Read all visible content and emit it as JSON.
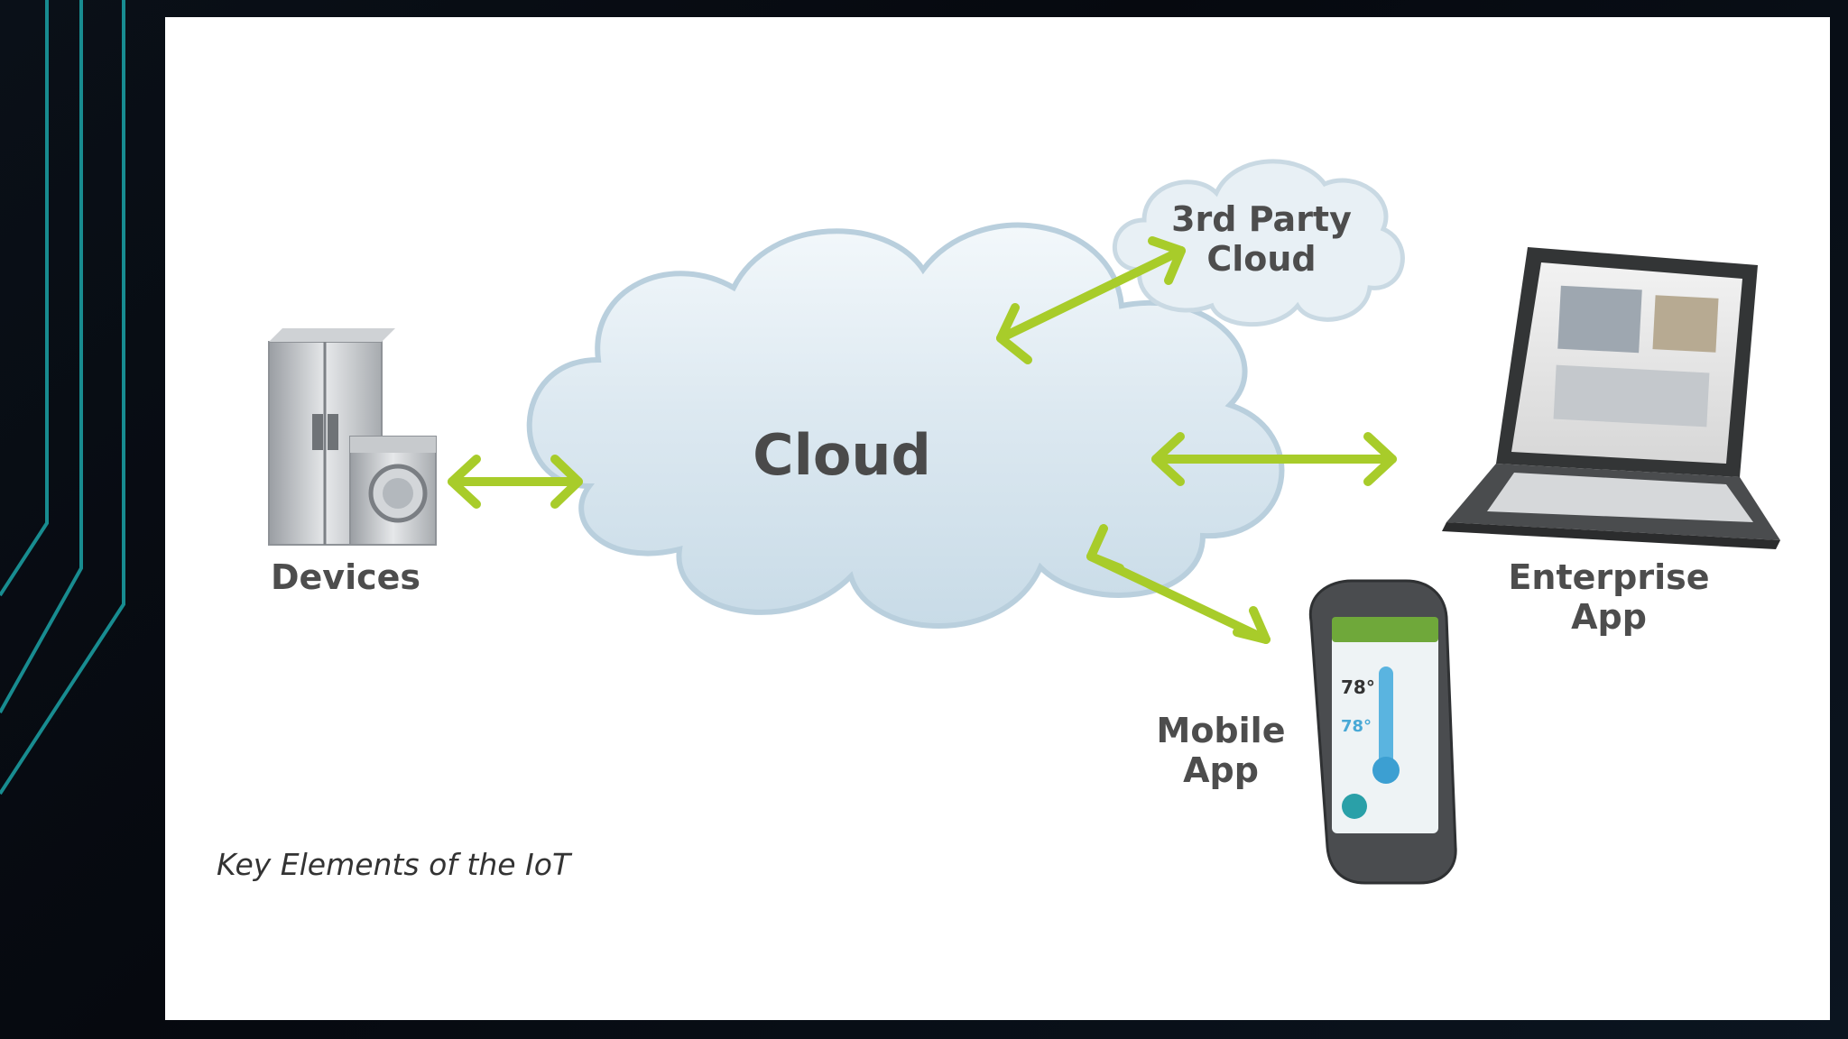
{
  "diagram": {
    "main_cloud": "Cloud",
    "third_party_cloud_line1": "3rd Party",
    "third_party_cloud_line2": "Cloud",
    "devices": "Devices",
    "enterprise_line1": "Enterprise",
    "enterprise_line2": "App",
    "mobile_line1": "Mobile",
    "mobile_line2": "App",
    "caption": "Key Elements of the IoT",
    "phone_temp_1": "78°",
    "phone_temp_2": "78°"
  },
  "colors": {
    "arrow": "#a8cc2a",
    "cloud_fill": "#dde9f1",
    "cloud_edge": "#b9cfdd",
    "accent_line": "#1a9a9e",
    "background": "#0a1018"
  },
  "icons": [
    "refrigerator-icon",
    "washing-machine-icon",
    "laptop-icon",
    "smartphone-icon"
  ]
}
